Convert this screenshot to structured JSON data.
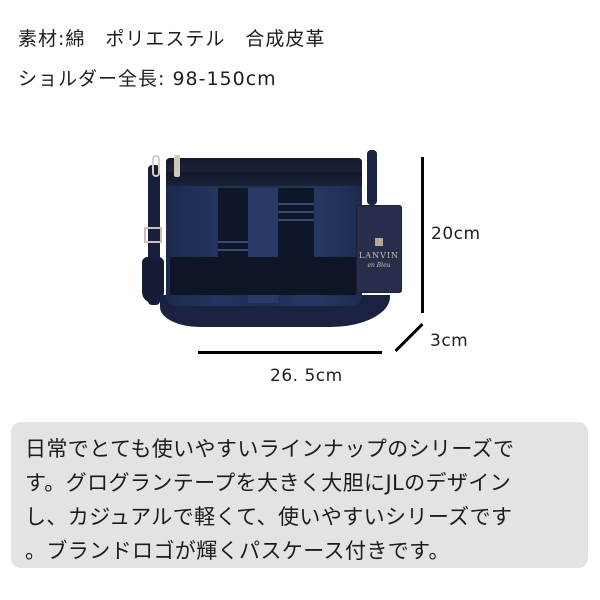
{
  "specs": {
    "material": "素材:綿　ポリエステル　合成皮革",
    "shoulder_length": "ショルダー全長: 98-150cm"
  },
  "product": {
    "tag_brand": "LANVIN",
    "tag_sub": "en Bleu",
    "colors": {
      "body": "#1f2e55",
      "grosgrain": "#10162a",
      "hardware": "#d6cfbf",
      "tag": "#262e4c"
    }
  },
  "dimensions": {
    "height": "20cm",
    "depth": "3cm",
    "width": "26. 5cm"
  },
  "description": {
    "lines": [
      "日常でとても使いやすいラインナップのシリーズで",
      "す。グログランテープを大きく大胆にJLのデザイン",
      "し、カジュアルで軽くて、使いやすいシリーズです",
      "。ブランドロゴが輝くパスケース付きです。"
    ],
    "background": "#e3e3e3"
  }
}
